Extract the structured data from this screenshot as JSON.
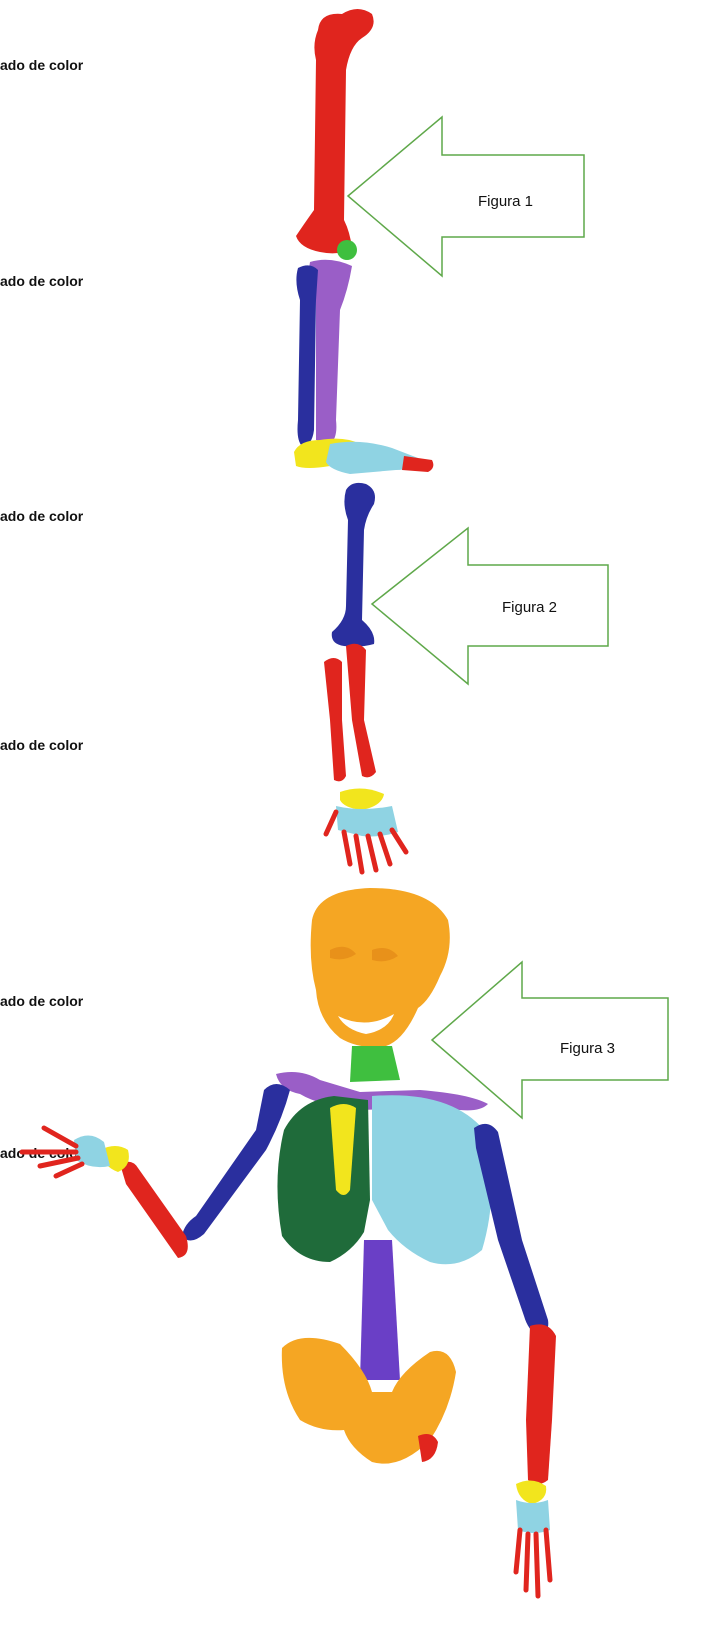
{
  "side_labels": [
    "ado de color",
    "ado de color",
    "ado de color",
    "ado de color",
    "ado de color",
    "ado de color"
  ],
  "figures": [
    {
      "label": "Figura 1"
    },
    {
      "label": "Figura 2"
    },
    {
      "label": "Figura 3"
    }
  ],
  "colors": {
    "red": "#e0251e",
    "blue": "#2a2f9e",
    "purple": "#9a5ec7",
    "green": "#3fbf3f",
    "yellow": "#f2e51d",
    "light_blue": "#8fd3e3",
    "orange": "#f5a623",
    "dark_green": "#1f6b3a",
    "violet": "#6a3fc6",
    "arrow_outline": "#5fa84a"
  }
}
